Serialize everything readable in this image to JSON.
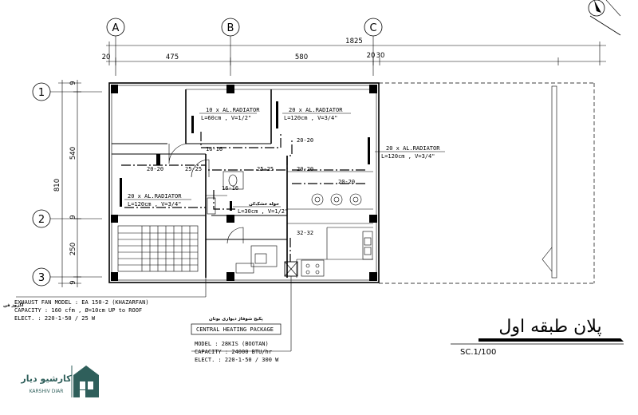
{
  "grid": {
    "columns": [
      "A",
      "B",
      "C"
    ],
    "rows": [
      "1",
      "2",
      "3"
    ]
  },
  "dimensions": {
    "total_width": "1825",
    "seg_left_small": "20",
    "seg_a_b": "475",
    "seg_b_c": "580",
    "seg_c_small": "20",
    "seg_c_small2": "30",
    "left_total": "810",
    "left_1_2": "540",
    "left_2_3": "250",
    "left_top_small": "9",
    "left_mid_small": "9",
    "left_bot_small": "9"
  },
  "radiators": [
    {
      "line1": "10 x AL.RADIATOR",
      "line2": "L=60cm , V=1/2\""
    },
    {
      "line1": "20 x AL.RADIATOR",
      "line2": "L=120cm , V=3/4\""
    },
    {
      "line1": "20 x AL.RADIATOR",
      "line2": "L=120cm , V=3/4\""
    },
    {
      "line1": "20 x AL.RADIATOR",
      "line2": "L=120cm , V=3/4\""
    }
  ],
  "small_radiator": {
    "fa": "حوله خشک‌کن",
    "line2": "L=30cm , V=1/2\""
  },
  "pipes": [
    "16-16",
    "20-20",
    "20-20",
    "25-25",
    "25-25",
    "16-16",
    "20-20",
    "20-20",
    "32-32"
  ],
  "exhaust": {
    "fa": "اگزوز فن",
    "model": "EXHAUST FAN MODEL : EA 150-2 (KHAZARFAN)",
    "capacity": "CAPACITY : 160 cfm , Ø=10cm UP to ROOF",
    "elect": "ELECT. : 220-1-50 / 25 W"
  },
  "package": {
    "fa": "پکیج شوفاژ دیواری بوتان",
    "title": "CENTRAL HEATING PACKAGE",
    "model": "MODEL : 28KIS (BOOTAN)",
    "capacity": "CAPACITY : 24000 BTU/hr",
    "elect": "ELECT. : 220-1-50 / 300 W"
  },
  "plan_title": "پلان طبقه اول",
  "scale": "SC.1/100",
  "logo": {
    "fa": "کارشیو دیار",
    "en": "KARSHIV DIAR"
  }
}
